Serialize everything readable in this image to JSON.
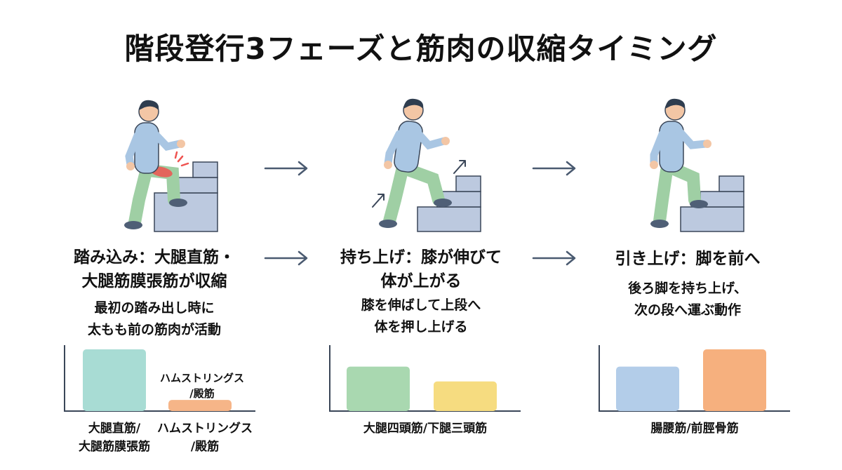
{
  "title": "階段登行3フェーズと筋肉の収縮タイミング",
  "colors": {
    "skin": "#f3c6a5",
    "hair": "#2f3d4f",
    "shirt": "#a9c6e3",
    "pants": "#9fcfa4",
    "shoes": "#4f5f76",
    "stairs": "#bcc9df",
    "outline": "#3a4658",
    "highlight": "#ef5350",
    "arrow": "#4a5a70"
  },
  "phases": [
    {
      "heading_lines": [
        "踏み込み：大腿直筋・",
        "大腿筋膜張筋が収縮"
      ],
      "desc_lines": [
        "最初の踏み出し時に",
        "太もも前の筋肉が活動"
      ],
      "icon": "stair-climber-stepping-icon"
    },
    {
      "heading_lines": [
        "持ち上げ：膝が伸びて",
        "体が上がる"
      ],
      "desc_lines": [
        "膝を伸ばして上段へ",
        "体を押し上げる"
      ],
      "icon": "stair-climber-lifting-icon"
    },
    {
      "heading_lines": [
        "引き上げ：脚を前へ"
      ],
      "desc_lines": [
        "後ろ脚を持ち上げ、",
        "次の段へ運ぶ動作"
      ],
      "icon": "stair-climber-pulling-icon"
    }
  ],
  "chart_data": [
    {
      "type": "bar",
      "categories": [
        "大腿直筋/大腿筋膜張筋",
        "ハムストリングス/殿筋"
      ],
      "category_lines": [
        [
          "大腿直筋/",
          "大腿筋膜張筋"
        ],
        [
          "ハムストリングス",
          "/殿筋"
        ]
      ],
      "bar_note_lines": [
        "ハムストリングス",
        "/殿筋"
      ],
      "values": [
        1.0,
        0.18
      ],
      "colors": [
        "#a8dcd4",
        "#f6b588"
      ]
    },
    {
      "type": "bar",
      "categories": [
        "大腿四頭筋",
        "下腿三頭筋"
      ],
      "group_label": "大腿四頭筋/下腿三頭筋",
      "values": [
        0.72,
        0.48
      ],
      "colors": [
        "#a9d8b0",
        "#f6dc80"
      ]
    },
    {
      "type": "bar",
      "categories": [
        "腸腰筋",
        "前脛骨筋"
      ],
      "group_label": "腸腰筋/前脛骨筋",
      "values": [
        0.72,
        1.0
      ],
      "colors": [
        "#b3cde9",
        "#f6b07e"
      ]
    }
  ]
}
